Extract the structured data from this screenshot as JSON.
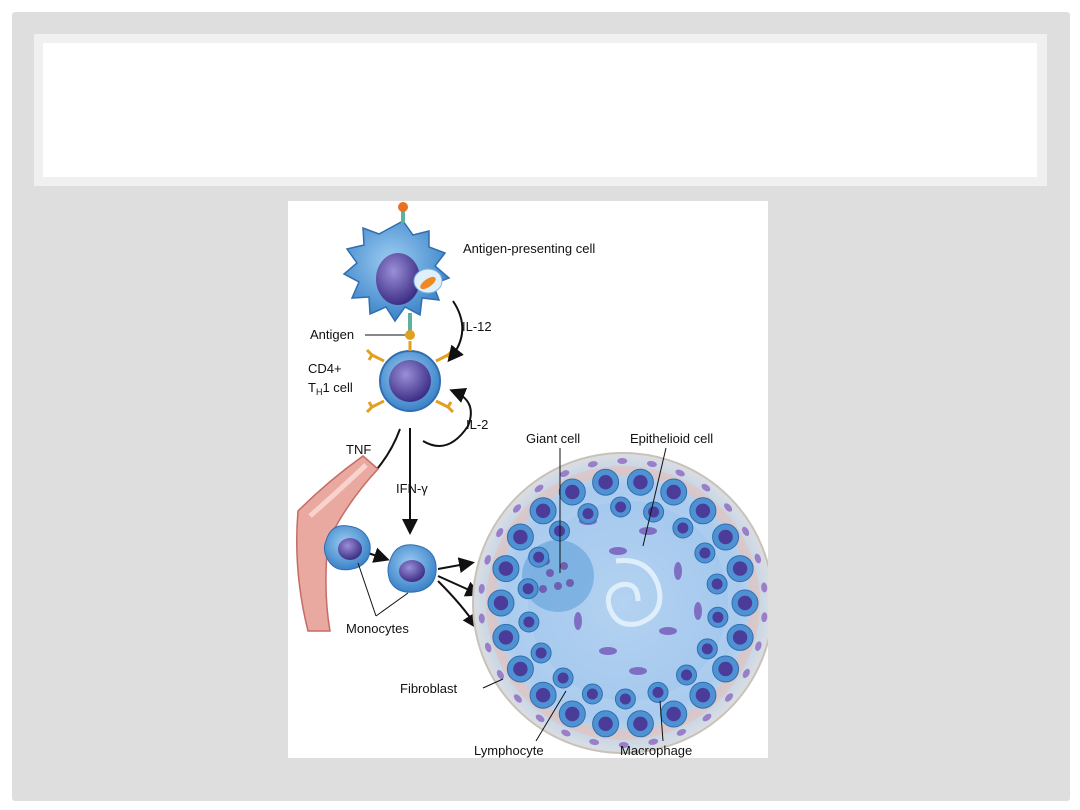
{
  "slide": {
    "title": ""
  },
  "diagram": {
    "labels": {
      "apc": "Antigen-presenting cell",
      "il12": "IL-12",
      "antigen": "Antigen",
      "cd4_line1": "CD4+",
      "cd4_T": "T",
      "cd4_sub": "H",
      "cd4_rest": "1 cell",
      "il2": "IL-2",
      "tnf": "TNF",
      "ifn": "IFN-γ",
      "giant": "Giant cell",
      "epithelioid": "Epithelioid cell",
      "monocytes": "Monocytes",
      "fibroblast": "Fibroblast",
      "lymphocyte": "Lymphocyte",
      "macrophage": "Macrophage"
    },
    "colors": {
      "cell_fill": "#5d9fd9",
      "nucleus": "#5a4fa0",
      "vessel": "#e8a8a0",
      "receptor": "#e0a020",
      "antigen_dot": "#e87020"
    }
  }
}
